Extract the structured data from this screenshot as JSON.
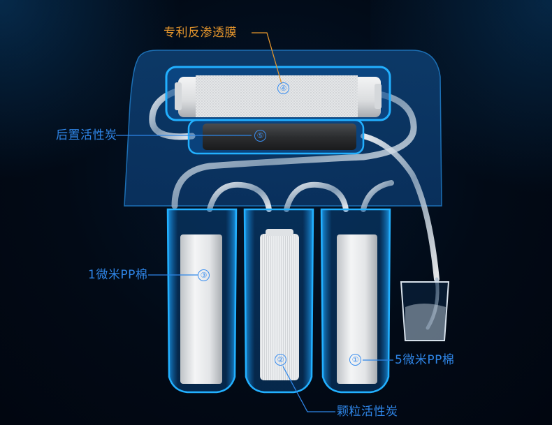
{
  "diagram": {
    "title": "RO water purifier 5-stage filter structure",
    "colors": {
      "background": "#020a16",
      "housing_glow": "#1aa3ff",
      "label_blue": "#2f86e8",
      "label_orange": "#e4952c",
      "cartridge_white": "#e6e8ea",
      "cartridge_dark": "#2a2c2e"
    },
    "stages": [
      {
        "number": "①",
        "label": "5微米PP棉",
        "position": "bottom-right housing"
      },
      {
        "number": "②",
        "label": "颗粒活性炭",
        "position": "bottom-middle housing"
      },
      {
        "number": "③",
        "label": "1微米PP棉",
        "position": "bottom-left housing"
      },
      {
        "number": "④",
        "label": "专利反渗透膜",
        "position": "top horizontal membrane"
      },
      {
        "number": "⑤",
        "label": "后置活性炭",
        "position": "top horizontal post-carbon"
      }
    ],
    "extras": {
      "glass": "water-glass-icon"
    }
  }
}
